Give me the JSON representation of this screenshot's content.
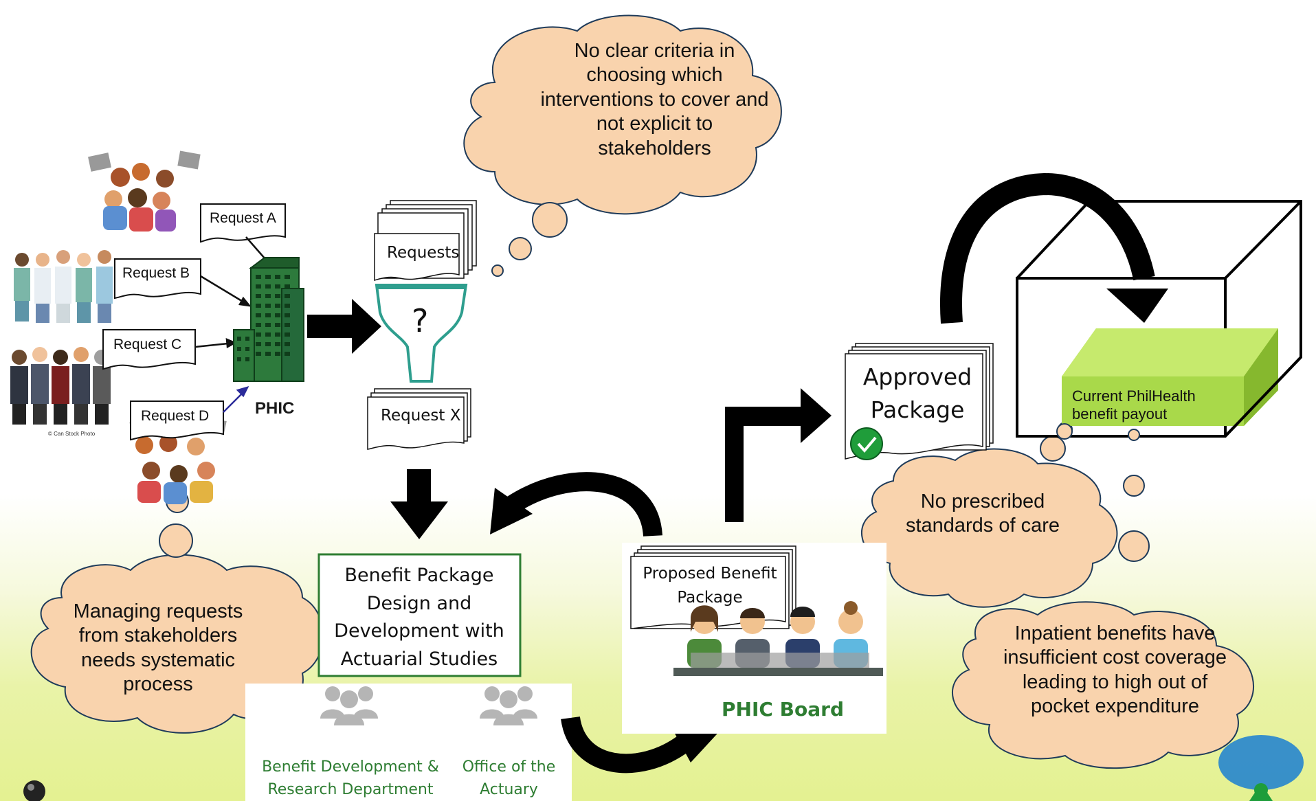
{
  "requests": {
    "a": "Request A",
    "b": "Request B",
    "c": "Request C",
    "d": "Request D",
    "stack_label": "Requests",
    "filter_symbol": "?",
    "selected": "Request X"
  },
  "phic_label": "PHIC",
  "photo_credit": "© Can Stock Photo",
  "clouds": {
    "criteria": "No clear criteria in choosing which interventions to cover and not explicit to stakeholders",
    "managing": "Managing requests from stakeholders needs systematic process",
    "standards": "No prescribed standards of care",
    "inpatient": "Inpatient benefits have insufficient cost coverage leading to high out of pocket expenditure"
  },
  "design_box": "Benefit Package Design and Development with Actuarial Studies",
  "departments": {
    "brd": "Benefit Development & Research Department",
    "actuary": "Office of the Actuary"
  },
  "proposed": "Proposed Benefit Package",
  "board": "PHIC Board",
  "approved": "Approved Package",
  "payout": "Current PhilHealth benefit payout",
  "colors": {
    "cloud_fill": "#f9d3ad",
    "building": "#2d7a3c",
    "green_text": "#2e7d32",
    "lime_box": "#a9d94a",
    "teal": "#2e9e8e"
  }
}
